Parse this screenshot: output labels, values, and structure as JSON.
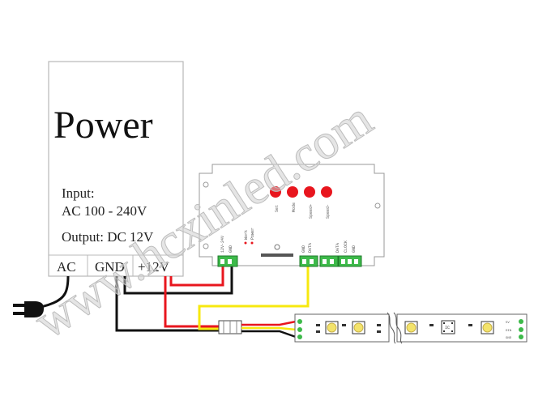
{
  "power_supply": {
    "title": "Power",
    "input_label": "Input:",
    "input_range": "AC 100 - 240V",
    "output_spec": "Output: DC 12V",
    "terminals": [
      "AC",
      "GND",
      "+12V"
    ]
  },
  "controller": {
    "buttons": [
      "Set",
      "Mode",
      "Speed+",
      "Speed-"
    ],
    "left_terminal_labels": [
      "12V-24V",
      "GND"
    ],
    "status_labels": [
      "Work",
      "Power"
    ],
    "mid_terminal_labels": [
      "GND",
      "DATA"
    ],
    "right_terminal_labels": [
      "DATA",
      "CLOCK",
      "GND"
    ],
    "button_color": "#e8161e",
    "terminal_color": "#3dba4a"
  },
  "strip": {
    "end_pad_labels": [
      "5V",
      "DIN",
      "GND"
    ],
    "chip_label": "IC"
  },
  "wires": {
    "red": "#e8161e",
    "black": "#111111",
    "yellow": "#f7e80f"
  },
  "watermark": "www.hcxinled.com"
}
